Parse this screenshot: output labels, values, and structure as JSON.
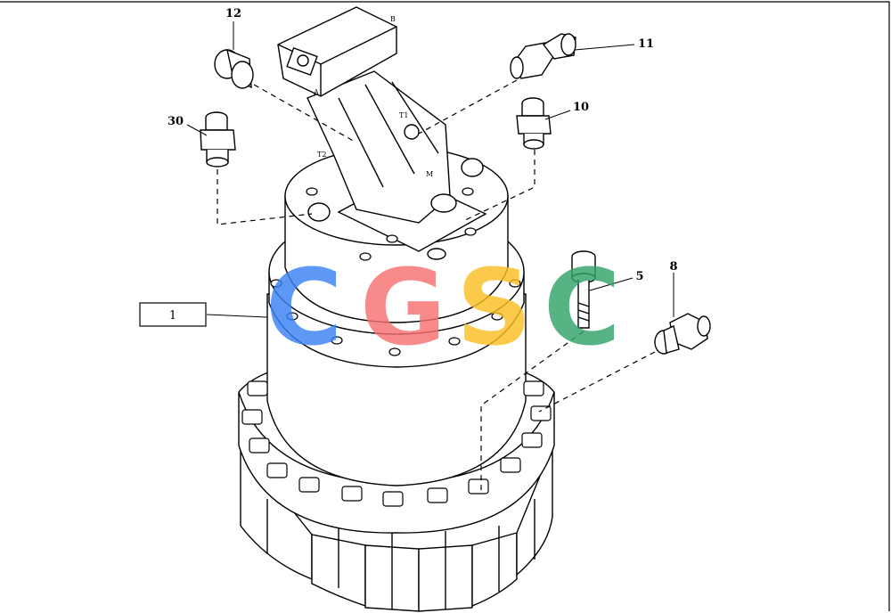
{
  "callouts": [
    {
      "id": "c12",
      "text": "12"
    },
    {
      "id": "c11",
      "text": "11"
    },
    {
      "id": "c30",
      "text": "30"
    },
    {
      "id": "c10",
      "text": "10"
    },
    {
      "id": "c1",
      "text": "1"
    },
    {
      "id": "c5",
      "text": "5"
    },
    {
      "id": "c8",
      "text": "8"
    }
  ],
  "port_marks": [
    "B",
    "A",
    "T2",
    "T1",
    "M"
  ],
  "watermark": {
    "letters": [
      "C",
      "G",
      "S",
      "C"
    ],
    "colors": [
      "#3b82f6",
      "#f87171",
      "#fbbf24",
      "#34a36a"
    ]
  }
}
